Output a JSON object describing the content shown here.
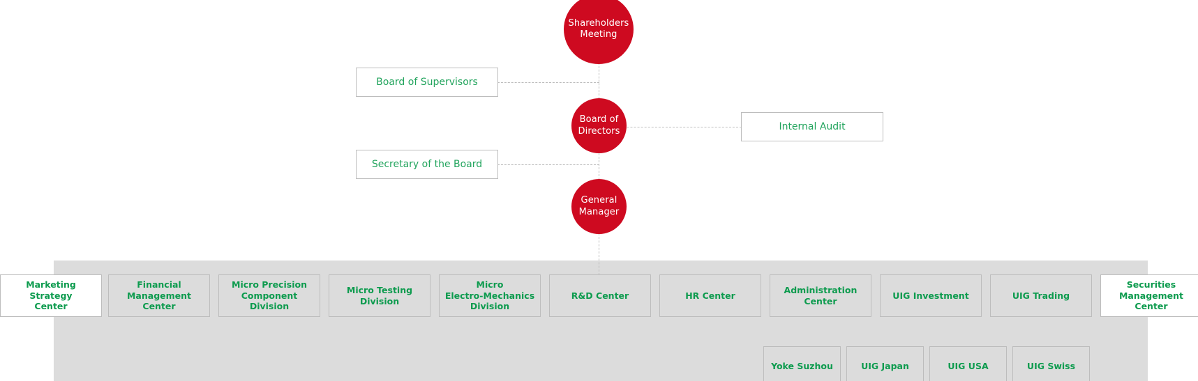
{
  "colors": {
    "circle_fill": "#ce0a20",
    "circle_text": "#ffffff",
    "box_text_green": "#0d9b4e",
    "sidebox_text_green": "#22a45d",
    "band_gray": "#dcdcdc",
    "border_gray": "#bdbdbd",
    "connector_gray": "#bdbdbd",
    "page_background": "#ffffff"
  },
  "chart_title": "",
  "nodes": {
    "shareholders_meeting": "Shareholders\nMeeting",
    "shareholders_meeting_line1": "Shareholders",
    "shareholders_meeting_line2": "Meeting",
    "board_of_directors_line1": "Board of",
    "board_of_directors_line2": "Directors",
    "general_manager_line1": "General",
    "general_manager_line2": "Manager",
    "board_of_supervisors": "Board of Supervisors",
    "internal_audit": "Internal Audit",
    "secretary_of_the_board": "Secretary of the Board"
  },
  "departments": [
    {
      "label": "Marketing Strategy Center",
      "lines": [
        "Marketing Strategy",
        "Center"
      ]
    },
    {
      "label": "Financial Management Center",
      "lines": [
        "Financial",
        "Management",
        "Center"
      ]
    },
    {
      "label": "Micro Precision Component Division",
      "lines": [
        "Micro Precision",
        "Component Division"
      ]
    },
    {
      "label": "Micro Testing Division",
      "lines": [
        "Micro Testing",
        "Division"
      ]
    },
    {
      "label": "Micro Electro-Mechanics Division",
      "lines": [
        "Micro",
        "Electro-Mechanics",
        "Division"
      ]
    },
    {
      "label": "R&D Center",
      "lines": [
        "R&D Center"
      ]
    },
    {
      "label": "HR Center",
      "lines": [
        "HR Center"
      ]
    },
    {
      "label": "Administration Center",
      "lines": [
        "Administration",
        "Center"
      ]
    },
    {
      "label": "UIG Investment",
      "lines": [
        "UIG Investment"
      ]
    },
    {
      "label": "UIG Trading",
      "lines": [
        "UIG Trading"
      ]
    },
    {
      "label": "Securities Management Center",
      "lines": [
        "Securities",
        "Management",
        "Center"
      ]
    }
  ],
  "subsidiaries": [
    {
      "label": "Yoke Suzhou"
    },
    {
      "label": "UIG Japan"
    },
    {
      "label": "UIG USA"
    },
    {
      "label": "UIG Swiss"
    }
  ]
}
